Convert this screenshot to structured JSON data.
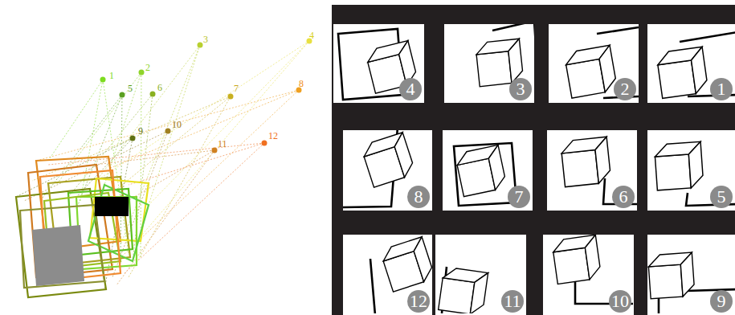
{
  "diagram": {
    "nodes": [
      {
        "text": [
          "4"
        ]
      },
      {
        "text": [
          "3"
        ]
      },
      {
        "text": [
          "2"
        ]
      },
      {
        "text": [
          "1"
        ]
      },
      {
        "text": [
          "8"
        ]
      },
      {
        "text": [
          "7"
        ]
      },
      {
        "text": [
          "6"
        ]
      },
      {
        "text": [
          "5"
        ]
      },
      {
        "text": [
          "12"
        ]
      },
      {
        "text": [
          "11"
        ]
      },
      {
        "text": [
          "10"
        ]
      },
      {
        "text": [
          "9"
        ]
      }
    ],
    "edges": [],
    "labels": [
      "1",
      "2",
      "3",
      "4",
      "5",
      "6",
      "7",
      "8",
      "9",
      "10",
      "11",
      "12"
    ]
  }
}
